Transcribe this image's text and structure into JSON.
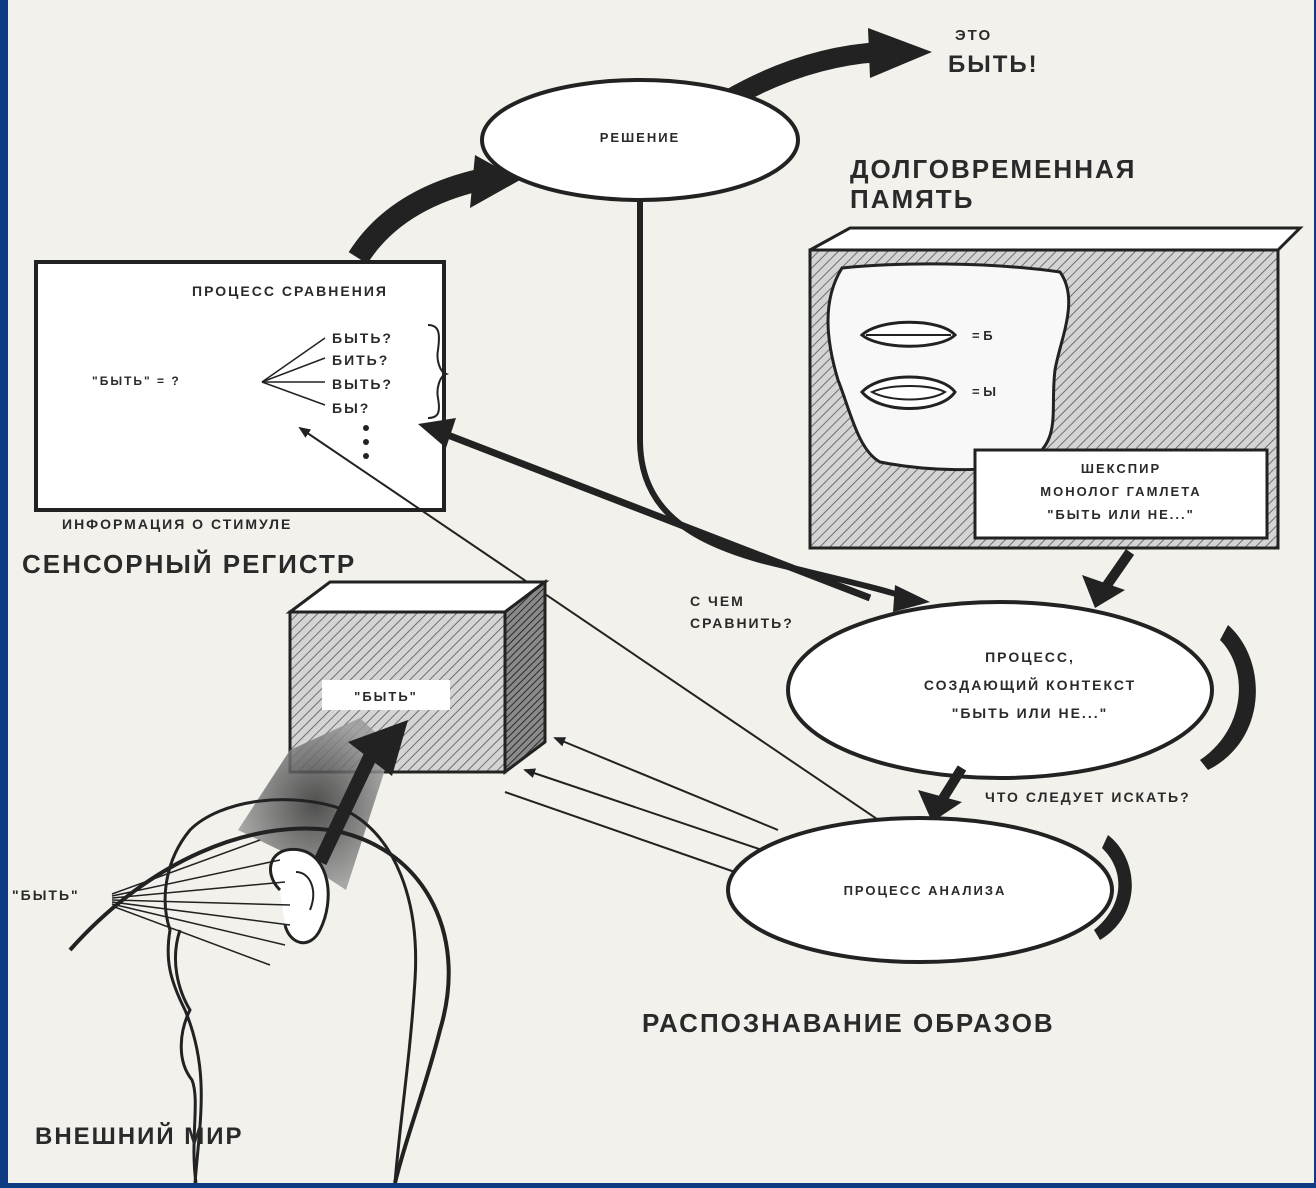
{
  "colors": {
    "frame": "#0f3b82",
    "paper": "#f3f1ec",
    "ink": "#222222",
    "hatch": "#8c8c8c"
  },
  "labels": {
    "result_small": "ЭТО",
    "result_big": "БЫТЬ!",
    "decision": "РЕШЕНИЕ",
    "ltm_title_1": "ДОЛГОВРЕМЕННАЯ",
    "ltm_title_2": "ПАМЯТЬ",
    "lips_b": "= Б",
    "lips_y": "= Ы",
    "shakespeare_1": "ШЕКСПИР",
    "shakespeare_2": "МОНОЛОГ ГАМЛЕТА",
    "shakespeare_3": "\"БЫТЬ ИЛИ НЕ...\"",
    "compare_title": "ПРОЦЕСС СРАВНЕНИЯ",
    "compare_input": "\"БЫТЬ\" = ?",
    "candidates": [
      "БЫТЬ?",
      "БИТЬ?",
      "ВЫТЬ?",
      "БЫ?"
    ],
    "stimulus_info": "ИНФОРМАЦИЯ О СТИМУЛЕ",
    "sensory_register": "СЕНСОРНЫЙ РЕГИСТР",
    "box_word": "\"БЫТЬ\"",
    "compare_with_1": "С ЧЕМ",
    "compare_with_2": "СРАВНИТЬ?",
    "context_1": "ПРОЦЕСС,",
    "context_2": "СОЗДАЮЩИЙ КОНТЕКСТ",
    "context_3": "\"БЫТЬ ИЛИ НЕ...\"",
    "what_to_seek": "ЧТО СЛЕДУЕТ ИСКАТЬ?",
    "analysis": "ПРОЦЕСС АНАЛИЗА",
    "pattern_recognition": "РАСПОЗНАВАНИЕ ОБРАЗОВ",
    "ear_word": "\"БЫТЬ\"",
    "outer_world": "ВНЕШНИЙ МИР"
  }
}
